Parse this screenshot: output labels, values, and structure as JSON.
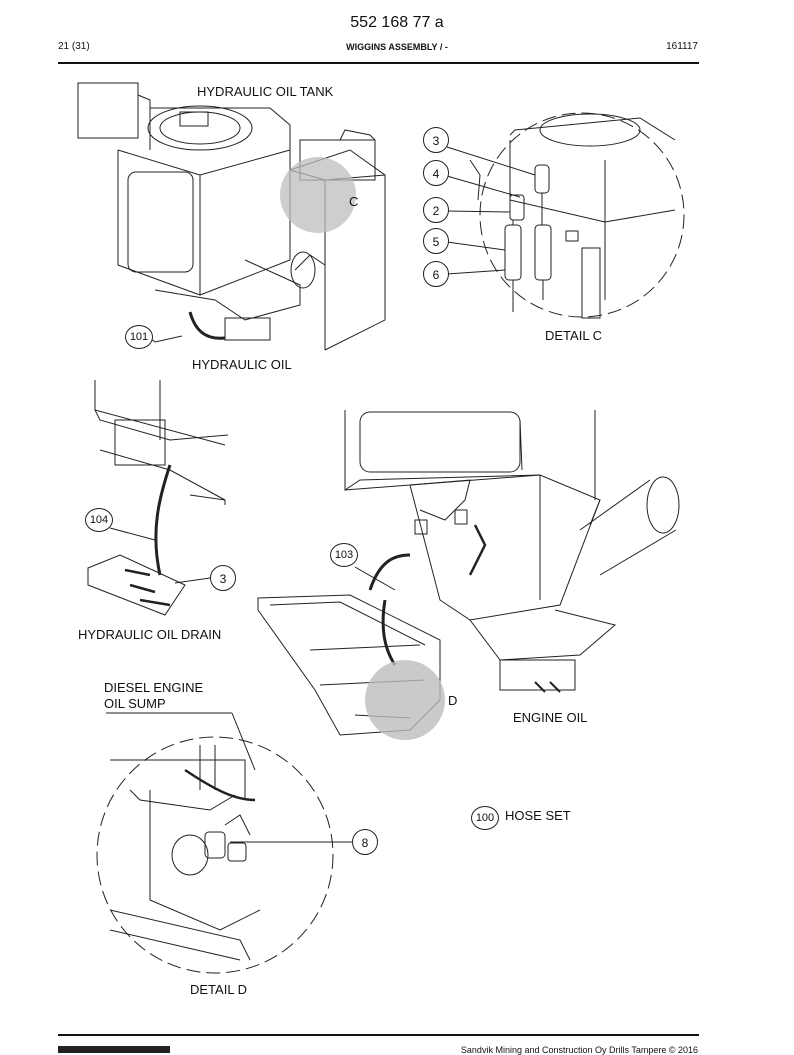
{
  "header": {
    "doc_number": "552 168 77 a",
    "page": "21 (31)",
    "title": "WIGGINS ASSEMBLY / -",
    "date": "161117"
  },
  "labels": {
    "hydraulic_oil_tank": "HYDRAULIC OIL TANK",
    "detail_c_marker": "C",
    "detail_c": "DETAIL C",
    "hydraulic_oil": "HYDRAULIC OIL",
    "hydraulic_oil_drain": "HYDRAULIC OIL DRAIN",
    "diesel_engine_line1": "DIESEL ENGINE",
    "diesel_engine_line2": "OIL SUMP",
    "detail_d_marker": "D",
    "engine_oil": "ENGINE OIL",
    "hose_set": "HOSE SET",
    "detail_d": "DETAIL D"
  },
  "callouts": {
    "c3": "3",
    "c4": "4",
    "c2": "2",
    "c5": "5",
    "c6": "6",
    "c101": "101",
    "c104": "104",
    "c3b": "3",
    "c103": "103",
    "c100": "100",
    "c8": "8"
  },
  "footer": {
    "copyright": "Sandvik Mining and Construction Oy Drills Tampere © 2016"
  },
  "colors": {
    "line": "#222222",
    "highlight": "#bdbdbd"
  }
}
